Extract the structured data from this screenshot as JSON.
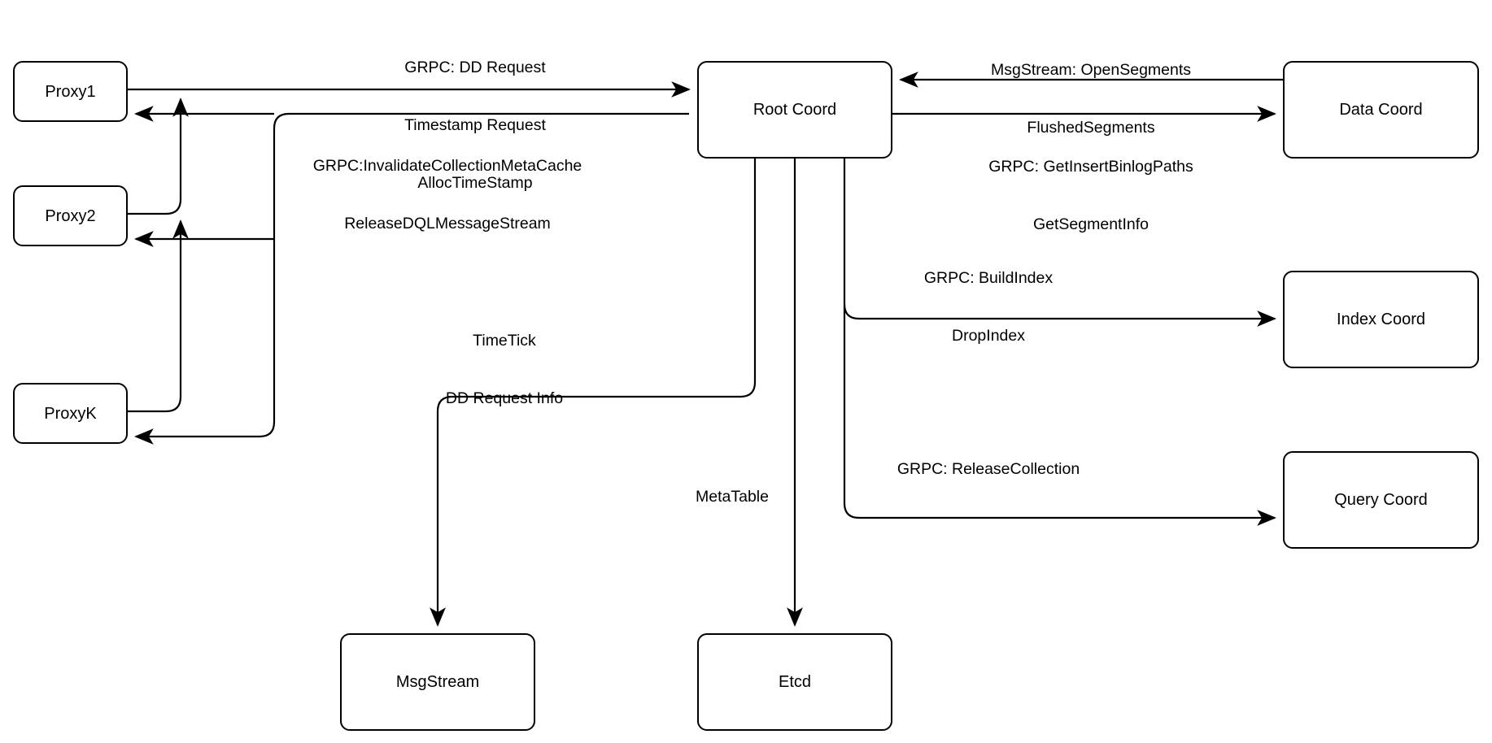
{
  "diagram": {
    "title": "Root Coord Architecture",
    "background_color": "#ffffff",
    "stroke_color": "#000000",
    "nodes": [
      {
        "id": "proxy1",
        "label": "Proxy1"
      },
      {
        "id": "proxy2",
        "label": "Proxy2"
      },
      {
        "id": "proxyk",
        "label": "ProxyK"
      },
      {
        "id": "root_coord",
        "label": "Root Coord"
      },
      {
        "id": "data_coord",
        "label": "Data Coord"
      },
      {
        "id": "index_coord",
        "label": "Index Coord"
      },
      {
        "id": "query_coord",
        "label": "Query Coord"
      },
      {
        "id": "msgstream",
        "label": "MsgStream"
      },
      {
        "id": "etcd",
        "label": "Etcd"
      }
    ],
    "edge_labels": [
      {
        "id": "proxy-to-root",
        "from": "proxy1",
        "to": "root_coord",
        "lines": [
          "GRPC: DD Request",
          "Timestamp Request",
          "AllocTimeStamp"
        ]
      },
      {
        "id": "root-to-proxy",
        "from": "root_coord",
        "to": "proxy1",
        "lines": [
          "GRPC:InvalidateCollectionMetaCache",
          "ReleaseDQLMessageStream"
        ]
      },
      {
        "id": "datacoord-to-root",
        "from": "data_coord",
        "to": "root_coord",
        "lines": [
          "MsgStream: OpenSegments",
          "FlushedSegments"
        ]
      },
      {
        "id": "root-to-datacoord",
        "from": "root_coord",
        "to": "data_coord",
        "lines": [
          "GRPC: GetInsertBinlogPaths",
          "GetSegmentInfo"
        ]
      },
      {
        "id": "root-to-indexcoord",
        "from": "root_coord",
        "to": "index_coord",
        "lines": [
          "GRPC: BuildIndex",
          "DropIndex"
        ]
      },
      {
        "id": "root-to-querycoord",
        "from": "root_coord",
        "to": "query_coord",
        "lines": [
          "GRPC: ReleaseCollection"
        ]
      },
      {
        "id": "root-to-msgstream",
        "from": "root_coord",
        "to": "msgstream",
        "lines": [
          "TimeTick",
          "DD Request Info"
        ]
      },
      {
        "id": "root-to-etcd",
        "from": "root_coord",
        "to": "etcd",
        "lines": [
          "MetaTable"
        ]
      }
    ]
  }
}
